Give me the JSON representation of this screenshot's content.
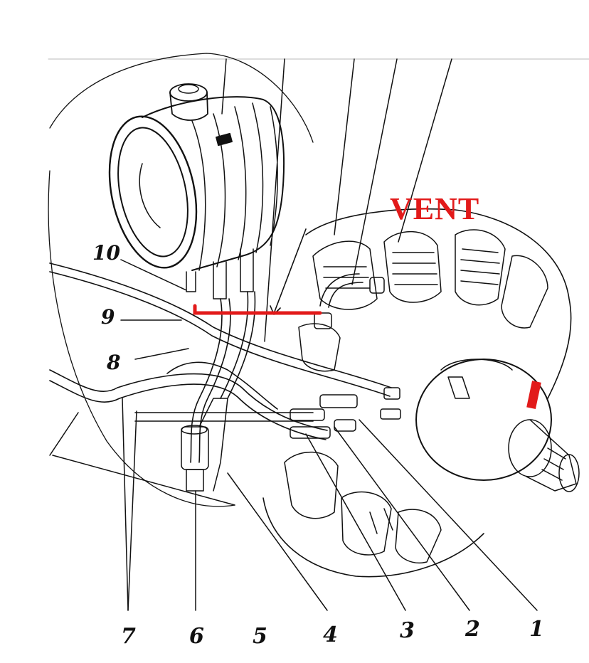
{
  "diagram": {
    "callout_text": "VENT",
    "callout_color": "#e21a1a",
    "line_color": "#111111",
    "labels": [
      {
        "id": "1",
        "text": "1"
      },
      {
        "id": "2",
        "text": "2"
      },
      {
        "id": "3",
        "text": "3"
      },
      {
        "id": "4",
        "text": "4"
      },
      {
        "id": "5",
        "text": "5"
      },
      {
        "id": "6",
        "text": "6"
      },
      {
        "id": "7",
        "text": "7"
      },
      {
        "id": "8",
        "text": "8"
      },
      {
        "id": "9",
        "text": "9"
      },
      {
        "id": "10",
        "text": "10"
      }
    ]
  }
}
